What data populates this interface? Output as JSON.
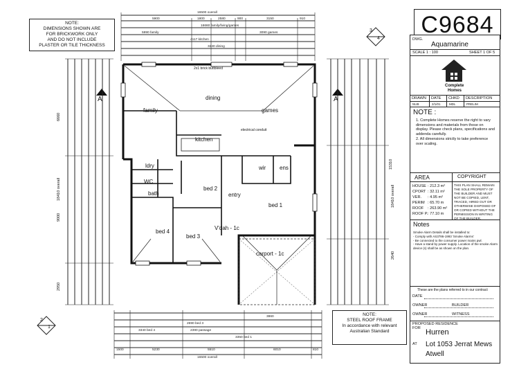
{
  "notes": {
    "top": [
      "NOTE:",
      "DIMENSIONS SHOWN ARE",
      "FOR BRICKWORK ONLY",
      "AND DO NOT INCLUDE",
      "PLASTER OR TILE THICKNESS"
    ],
    "steel_roof": [
      "NOTE:",
      "STEEL ROOF FRAME",
      "",
      "In accordance with relevant",
      "Australian Standard"
    ]
  },
  "plan_code": "C9684",
  "sheet_marks": {
    "top_a": "3",
    "top_b": "4",
    "bottom_a": "2",
    "bottom_b": "1",
    "section": "A"
  },
  "title_block": {
    "dwg_label": "DWG.",
    "design_name": "Aquamarine",
    "scale": "SCALE 1 : 100",
    "sheet": "SHEET 1 OF 5",
    "company": [
      "Complete",
      "Homes"
    ],
    "table_headers": [
      "DRAWN",
      "DATE",
      "CHKD",
      "DESCRIPTION"
    ],
    "table_row": [
      "NUB",
      "2/1/01",
      "MDL",
      "PRELIM"
    ],
    "note_head": "NOTE :",
    "note_items": [
      "1. Complete Homes reserve the right to vary dimensions and materials from those on display. Please check plans, specifications and addenda carefully.",
      "2. All dimensions strictly to take preference over scaling."
    ],
    "area_head": "AREA",
    "copyright_head": "COPYRIGHT",
    "areas": [
      [
        "HOUSE",
        ": 212.3 m²"
      ],
      [
        "CPORT",
        ": 32.11 m²"
      ],
      [
        "VER.",
        ": 4.95 m²"
      ],
      [
        "PERIM",
        ": 65.70 m"
      ],
      [
        "ROOF",
        ": 263.90 m²"
      ],
      [
        "ROOF P.",
        ": 77.10 m"
      ]
    ],
    "copyright_text": "THIS PLAN SHALL REMAIN THE SOLE PROPERTY OF THE BUILDER AND MUST NOT BE COPIED, LENT, TRACED, HIRED OUT OR OTHERWISE DISPOSED OF OR COPIED WITHOUT THE PERMISSION IN WRITING OF THE BUILDER.",
    "notes_head": "Notes",
    "notes_body": [
      "Smoke Alarm Details shall be installed to:",
      "- Comply with AS3786-1993 'Smoke Alarms'",
      "- Be connected to the consumer power mains pwl.",
      "- Have a stand by power supply. Location of the smoke Alarm device (s) shall be as shown on the plan."
    ],
    "contract_line": "These are the plans referred to in our contract",
    "date_label": "DATE",
    "owner_label": "OWNER",
    "builder_label": "BUILDER",
    "witness_label": "WITNESS",
    "proposed": "PROPOSED RESIDENCE",
    "for_label": "FOR",
    "client": "Hurren",
    "at_label": "AT",
    "lot": "Lot  1053 Jerrat Mews",
    "suburb": "Atwell"
  },
  "rooms": {
    "dining": "dining",
    "family": "family",
    "games": "games",
    "kitchen": "kitchen",
    "bed1": "bed 1",
    "bed2": "bed 2",
    "bed3": "bed 3",
    "bed4": "bed 4",
    "entry": "entry",
    "wir": "wir",
    "ens": "ens",
    "bath": "bath",
    "ldry": "ldry",
    "wc": "WC",
    "vdah": "V'dah - 1c",
    "carport": "carport - 1c"
  },
  "dims": {
    "overall_top": "16500 overall",
    "overall_bottom": "16500 overall",
    "top_parts": [
      "5900",
      "1800",
      "2580",
      "900",
      "3150",
      "910"
    ],
    "bottom_parts": [
      "1500",
      "5230",
      "5510",
      "6010",
      "810"
    ],
    "left_overall": "18410 overall",
    "right_overall": "15310",
    "left_parts": [
      "6660",
      "9000",
      "2950"
    ],
    "right_parts": [
      "18410 overall",
      "2640"
    ],
    "misc_top": [
      "16660 family/living/games",
      "5990 family",
      "3090 games",
      "4117 kitchen",
      "3240 dining"
    ],
    "misc_bottom": [
      "2690 bed 3",
      "3340 bed 4",
      "2390 passage",
      "3350 bed 1",
      "3860"
    ]
  },
  "misc_labels": {
    "linen": "2x1 brick buttbleed",
    "electric": "electrical conduit"
  }
}
